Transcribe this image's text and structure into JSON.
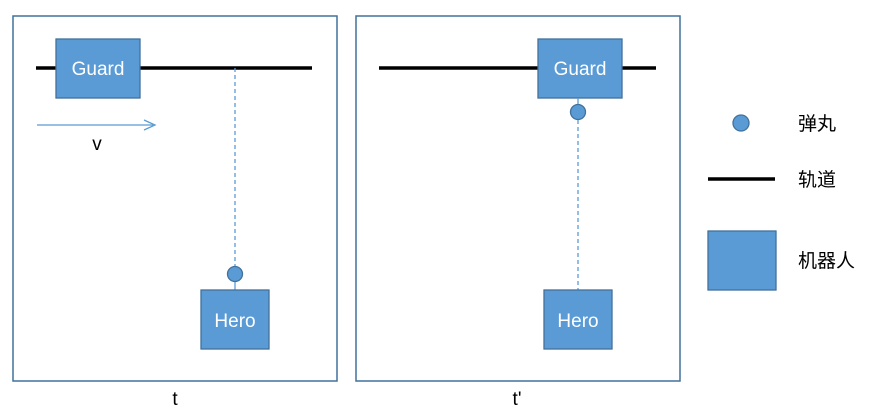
{
  "colors": {
    "robot_fill": "#5B9BD5",
    "robot_stroke": "#41719C",
    "track": "#000000",
    "frame": "#41719C",
    "velocity_arrow": "#5B9BD5",
    "laser": "#5B9BD5"
  },
  "panels": [
    {
      "time_label": "t",
      "guard_label": "Guard",
      "hero_label": "Hero"
    },
    {
      "time_label": "t'",
      "guard_label": "Guard",
      "hero_label": "Hero"
    }
  ],
  "velocity": {
    "label": "v"
  },
  "legend": {
    "bullet": "弹丸",
    "track": "轨道",
    "robot": "机器人"
  }
}
